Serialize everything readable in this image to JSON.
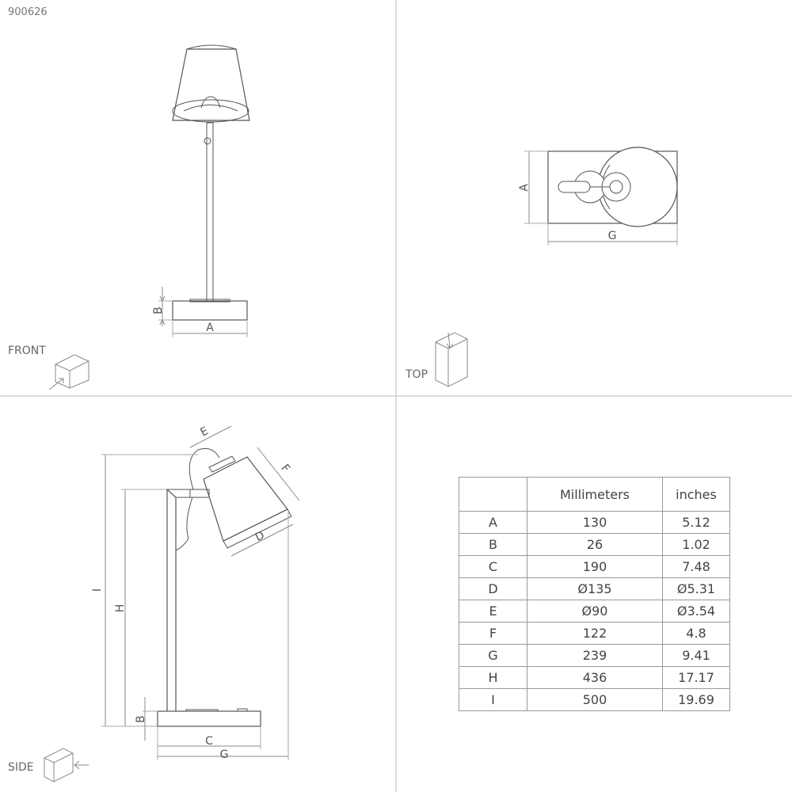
{
  "product_code": "900626",
  "views": {
    "front": {
      "label": "FRONT",
      "dims": {
        "b": "B",
        "a": "A"
      }
    },
    "top": {
      "label": "TOP",
      "dims": {
        "a": "A",
        "g": "G"
      }
    },
    "side": {
      "label": "SIDE",
      "dims": {
        "e": "E",
        "f": "F",
        "d": "D",
        "i": "I",
        "h": "H",
        "b": "B",
        "c": "C",
        "g": "G"
      }
    }
  },
  "table": {
    "headers": [
      "",
      "Millimeters",
      "inches"
    ],
    "rows": [
      [
        "A",
        "130",
        "5.12"
      ],
      [
        "B",
        "26",
        "1.02"
      ],
      [
        "C",
        "190",
        "7.48"
      ],
      [
        "D",
        "Ø135",
        "Ø5.31"
      ],
      [
        "E",
        "Ø90",
        "Ø3.54"
      ],
      [
        "F",
        "122",
        "4.8"
      ],
      [
        "G",
        "239",
        "9.41"
      ],
      [
        "H",
        "436",
        "17.17"
      ],
      [
        "I",
        "500",
        "19.69"
      ]
    ]
  }
}
